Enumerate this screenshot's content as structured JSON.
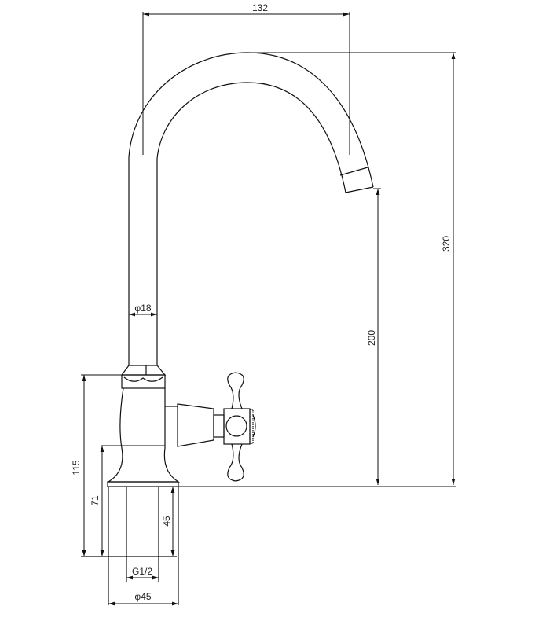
{
  "title": "Faucet dimension drawing",
  "dimensions": {
    "spout_reach": "132",
    "total_height": "320",
    "spout_height": "200",
    "pipe_diameter": "φ18",
    "body_height": "115",
    "handle_height": "71",
    "shank_length": "45",
    "thread": "G1/2",
    "base_diameter": "φ45"
  },
  "colors": {
    "line": "#111111",
    "background": "#ffffff"
  }
}
